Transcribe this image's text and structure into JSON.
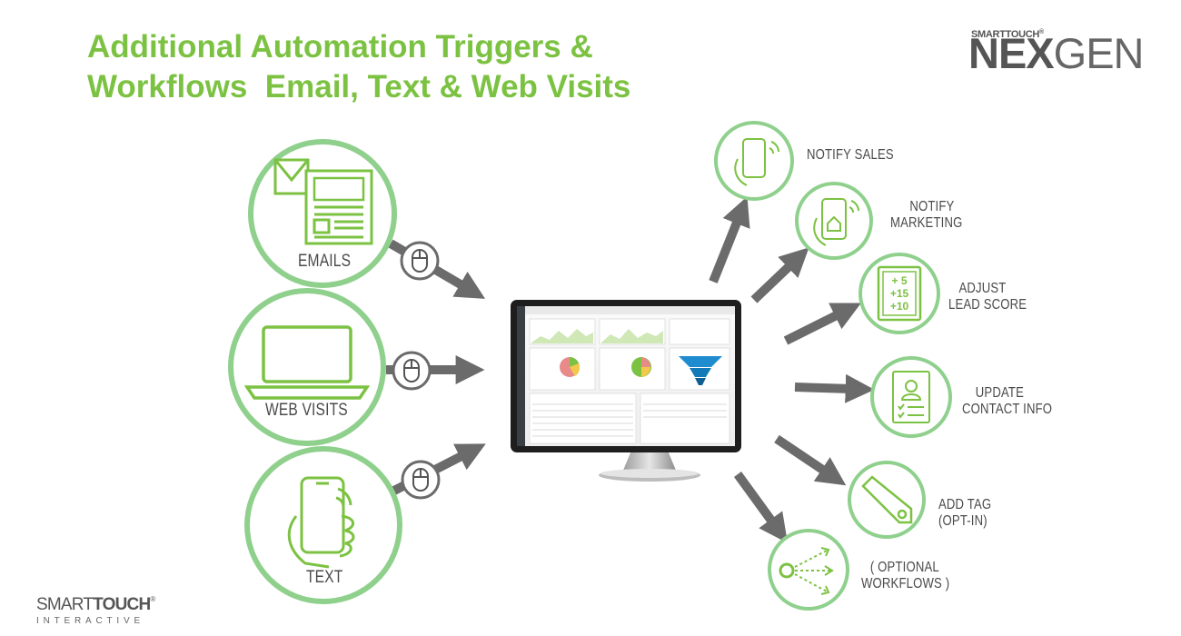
{
  "title": {
    "line1": "Additional Automation Triggers &",
    "line2": "Workflows  Email, Text & Web Visits"
  },
  "logo_top": {
    "prefix": "SMARTTOUCH",
    "reg": "®",
    "word_bold": "NEX",
    "word_light": "GEN"
  },
  "logo_bottom": {
    "word_light": "SMART",
    "word_bold": "TOUCH",
    "reg": "®",
    "sub": "INTERACTIVE"
  },
  "triggers": [
    {
      "label": "EMAILS",
      "icon": "email-document-icon"
    },
    {
      "label": "WEB VISITS",
      "icon": "laptop-icon"
    },
    {
      "label": "TEXT",
      "icon": "smartphone-hand-icon"
    }
  ],
  "center": {
    "icon": "monitor-dashboard-icon"
  },
  "actions": [
    {
      "line1": "NOTIFY SALES",
      "line2": "",
      "icon": "phone-notify-icon"
    },
    {
      "line1": "NOTIFY",
      "line2": "MARKETING",
      "icon": "phone-house-icon"
    },
    {
      "line1": "ADJUST",
      "line2": "LEAD SCORE",
      "icon": "score-card-icon",
      "card": [
        "+ 5",
        "+15",
        "+10"
      ]
    },
    {
      "line1": "UPDATE",
      "line2": "CONTACT INFO",
      "icon": "contact-card-icon"
    },
    {
      "line1": "ADD TAG",
      "line2": "(OPT-IN)",
      "icon": "tag-icon"
    },
    {
      "line1": "( OPTIONAL",
      "line2": "WORKFLOWS )",
      "icon": "branching-icon"
    }
  ],
  "colors": {
    "green": "#7cc242",
    "ring": "#8fd08d",
    "arrow": "#6b6b6b",
    "text": "#4a4a4a"
  }
}
